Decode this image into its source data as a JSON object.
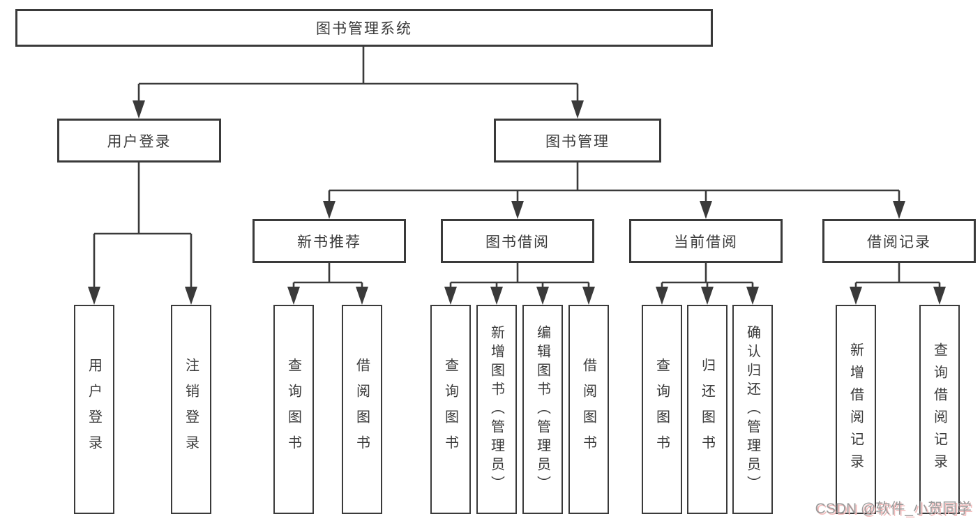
{
  "diagram": {
    "root": {
      "label": "图书管理系统"
    },
    "branches": [
      {
        "label": "用户登录",
        "children": [
          {
            "label": "用户登录"
          },
          {
            "label": "注销登录"
          }
        ]
      },
      {
        "label": "图书管理",
        "children": [
          {
            "label": "新书推荐",
            "children": [
              {
                "label": "查询图书"
              },
              {
                "label": "借阅图书"
              }
            ]
          },
          {
            "label": "图书借阅",
            "children": [
              {
                "label": "查询图书"
              },
              {
                "label": "新增图书（管理员）"
              },
              {
                "label": "编辑图书（管理员）"
              },
              {
                "label": "借阅图书"
              }
            ]
          },
          {
            "label": "当前借阅",
            "children": [
              {
                "label": "查询图书"
              },
              {
                "label": "归还图书"
              },
              {
                "label": "确认归还（管理员）"
              }
            ]
          },
          {
            "label": "借阅记录",
            "children": [
              {
                "label": "新增借阅记录"
              },
              {
                "label": "查询借阅记录"
              }
            ]
          }
        ]
      }
    ]
  },
  "watermark": {
    "text": "CSDN @软件_小贺同学"
  },
  "colors": {
    "line": "#3a3a3a",
    "text": "#3a3a3a",
    "background": "#ffffff",
    "watermark_gray": "#9b9b9b",
    "watermark_shadow": "#f3bcbc"
  }
}
